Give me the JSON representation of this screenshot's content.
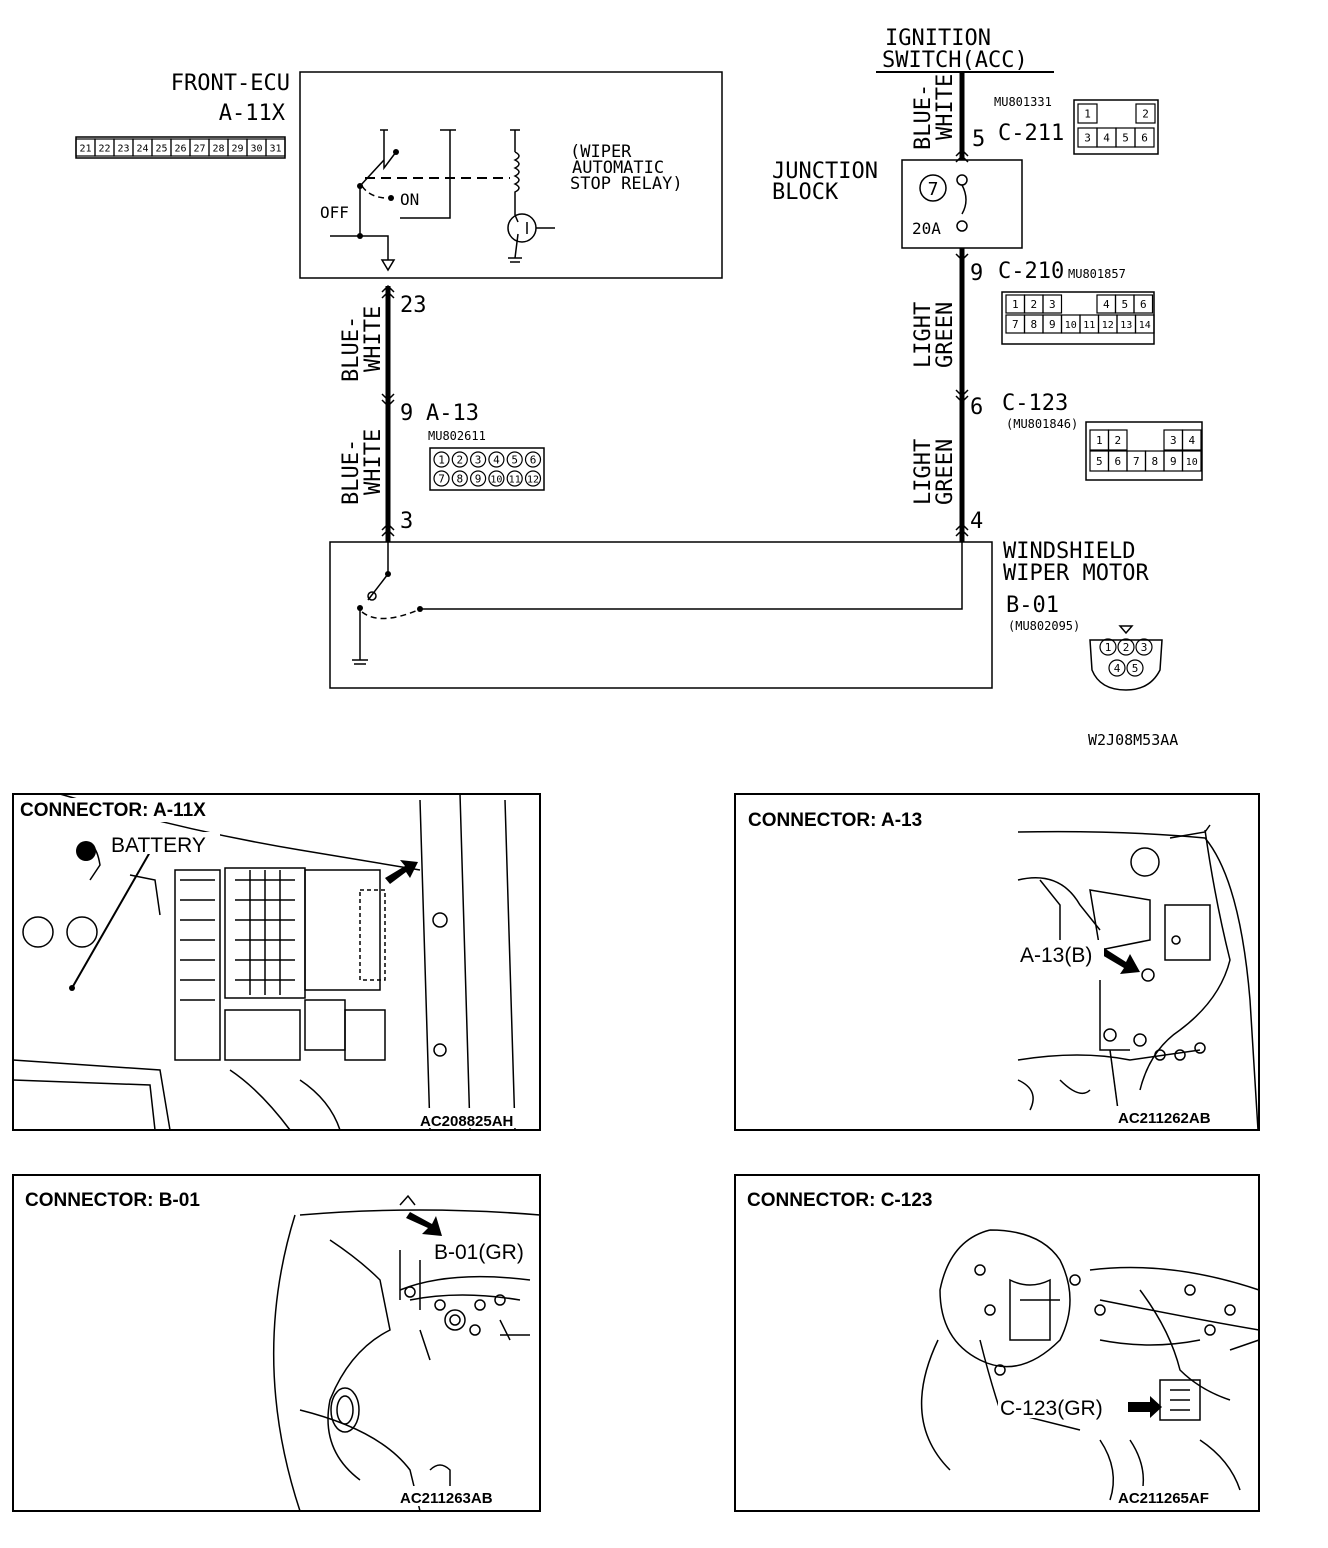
{
  "front_ecu": {
    "title": "FRONT-ECU",
    "connector": "A-11X",
    "pins": [
      "21",
      "22",
      "23",
      "24",
      "25",
      "26",
      "27",
      "28",
      "29",
      "30",
      "31"
    ],
    "relay_label": [
      "(WIPER",
      "AUTOMATIC",
      "STOP RELAY)"
    ],
    "switch_on": "ON",
    "switch_off": "OFF"
  },
  "ignition": {
    "line1": "IGNITION",
    "line2": "SWITCH(ACC)"
  },
  "wires": {
    "left_upper": [
      "BLUE-",
      "WHITE"
    ],
    "left_lower": [
      "BLUE-",
      "WHITE"
    ],
    "right_top": [
      "BLUE-",
      "WHITE"
    ],
    "right_mid": [
      "LIGHT",
      "GREEN"
    ],
    "right_lower": [
      "LIGHT",
      "GREEN"
    ]
  },
  "pins": {
    "ecu_out": "23",
    "a13": "9",
    "motor_left": "3",
    "c211": "5",
    "c210": "9",
    "c123": "6",
    "motor_right": "4"
  },
  "connectors": {
    "a13": {
      "name": "A-13",
      "part": "MU802611",
      "pins": [
        "1",
        "2",
        "3",
        "4",
        "5",
        "6",
        "7",
        "8",
        "9",
        "10",
        "11",
        "12"
      ]
    },
    "c211": {
      "name": "C-211",
      "part": "MU801331",
      "pins": [
        "1",
        "2",
        "3",
        "4",
        "5",
        "6"
      ]
    },
    "c210": {
      "name": "C-210",
      "part": "MU801857",
      "pins": [
        "1",
        "2",
        "3",
        "4",
        "5",
        "6",
        "7",
        "8",
        "9",
        "10",
        "11",
        "12",
        "13",
        "14"
      ]
    },
    "c123": {
      "name": "C-123",
      "part": "(MU801846)",
      "pins": [
        "1",
        "2",
        "3",
        "4",
        "5",
        "6",
        "7",
        "8",
        "9",
        "10"
      ]
    },
    "b01": {
      "name": "B-01",
      "part": "(MU802095)",
      "pins": [
        "1",
        "2",
        "3",
        "4",
        "5"
      ]
    }
  },
  "junction": {
    "line1": "JUNCTION",
    "line2": "BLOCK",
    "fuse_no": "7",
    "fuse_rating": "20A"
  },
  "motor": {
    "line1": "WINDSHIELD",
    "line2": "WIPER MOTOR"
  },
  "diagram_code": "W2J08M53AA",
  "panels": [
    {
      "title": "CONNECTOR: A-11X",
      "code": "AC208825AH",
      "callout": "BATTERY"
    },
    {
      "title": "CONNECTOR: A-13",
      "code": "AC211262AB",
      "callout": "A-13(B)"
    },
    {
      "title": "CONNECTOR: B-01",
      "code": "AC211263AB",
      "callout": "B-01(GR)"
    },
    {
      "title": "CONNECTOR: C-123",
      "code": "AC211265AF",
      "callout": "C-123(GR)"
    }
  ]
}
